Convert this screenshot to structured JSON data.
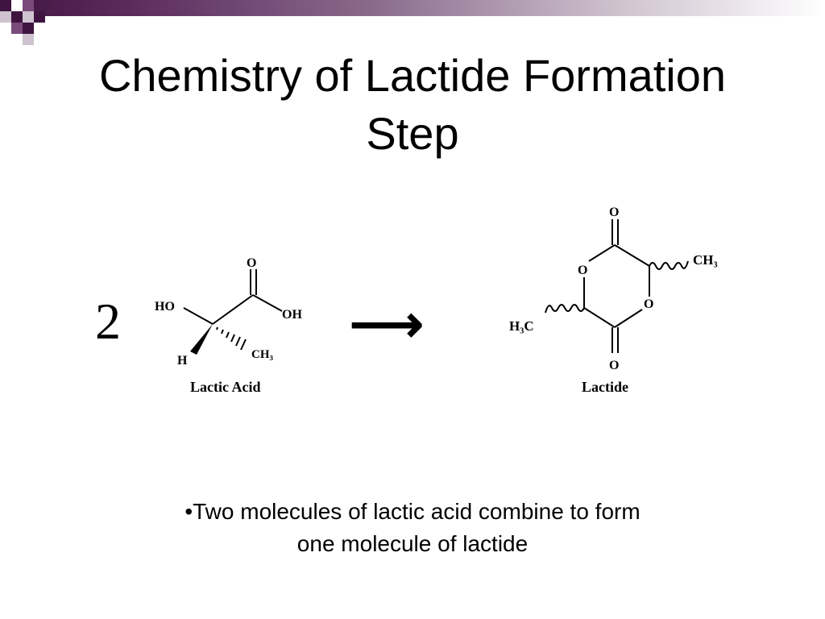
{
  "slide": {
    "title_line1": "Chemistry of Lactide Formation",
    "title_line2": "Step",
    "coefficient": "2",
    "arrow": "⟶",
    "caption_line1": "•Two molecules of lactic acid combine to form",
    "caption_line2": "one molecule of lactide"
  },
  "lactic_acid": {
    "label": "Lactic Acid",
    "atoms": {
      "carbonyl_o": "O",
      "hydroxyl_left": "HO",
      "hydroxyl_right": "OH",
      "hydrogen": "H",
      "methyl": "CH₃"
    }
  },
  "lactide": {
    "label": "Lactide",
    "atoms": {
      "top_o": "O",
      "bottom_o": "O",
      "ring_o_left": "O",
      "ring_o_right": "O",
      "methyl_right": "CH₃",
      "methyl_left": "H₃C"
    }
  },
  "colors": {
    "accent_dark": "#3f1440",
    "accent_mid": "#7a4a7c",
    "accent_light": "#cfc3cf"
  }
}
